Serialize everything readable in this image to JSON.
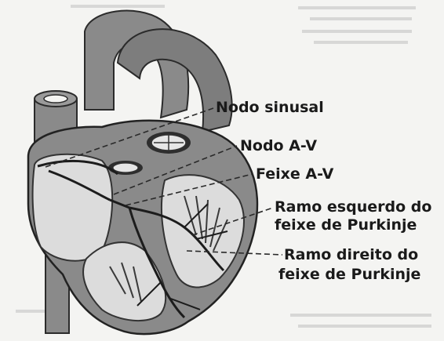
{
  "labels": {
    "sa_node": "Nodo sinusal",
    "av_node": "Nodo A-V",
    "av_bundle": "Feixe A-V",
    "left_branch_1": "Ramo esquerdo do",
    "left_branch_2": "feixe de Purkinje",
    "right_branch_1": "Ramo direito do",
    "right_branch_2": "feixe de Purkinje"
  },
  "colors": {
    "background": "#f4f4f2",
    "heart_shade": "#8a8a8a",
    "heart_dark": "#4e4e4e",
    "chamber": "#d9d9d9",
    "ink": "#1a1a1a"
  }
}
